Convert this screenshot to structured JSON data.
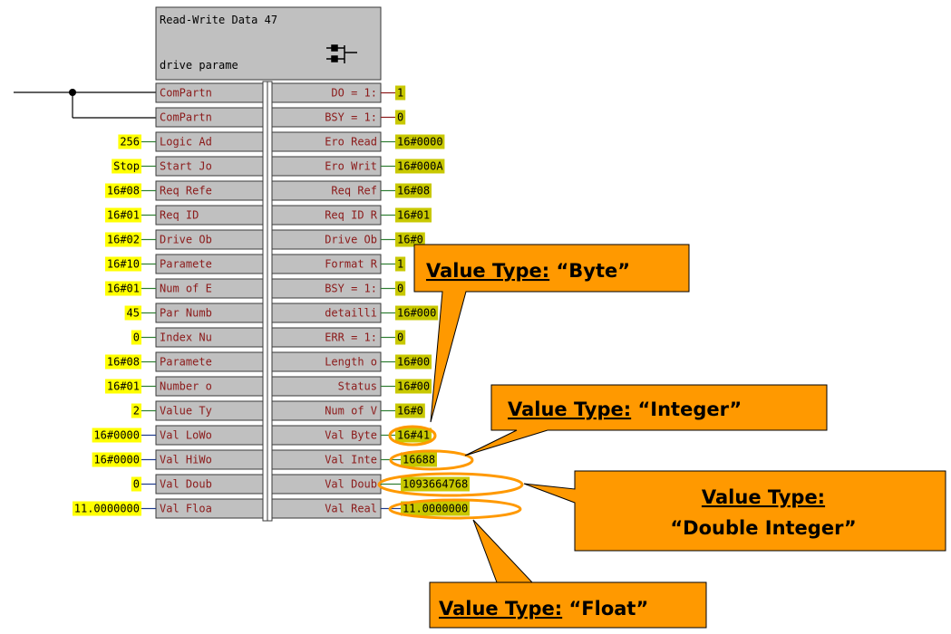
{
  "block": {
    "title": "Read-Write Data 47",
    "subtitle": "drive parame",
    "icon": "function-block-icon"
  },
  "inputs": [
    {
      "label": "ComPartn",
      "value": ""
    },
    {
      "label": "ComPartn",
      "value": ""
    },
    {
      "label": "Logic Ad",
      "value": "256"
    },
    {
      "label": "Start Jo",
      "value": "Stop"
    },
    {
      "label": "Req Refe",
      "value": "16#08"
    },
    {
      "label": "Req ID",
      "value": "16#01"
    },
    {
      "label": "Drive Ob",
      "value": "16#02"
    },
    {
      "label": "Paramete",
      "value": "16#10"
    },
    {
      "label": "Num of E",
      "value": "16#01"
    },
    {
      "label": "Par Numb",
      "value": "45"
    },
    {
      "label": "Index Nu",
      "value": "0"
    },
    {
      "label": "Paramete",
      "value": "16#08"
    },
    {
      "label": "Number o",
      "value": "16#01"
    },
    {
      "label": "Value Ty",
      "value": "2"
    },
    {
      "label": "Val LoWo",
      "value": "16#0000"
    },
    {
      "label": "Val HiWo",
      "value": "16#0000"
    },
    {
      "label": "Val Doub",
      "value": "0"
    },
    {
      "label": "Val Floa",
      "value": "11.0000000"
    }
  ],
  "outputs": [
    {
      "label": "DO = 1:",
      "value": "1"
    },
    {
      "label": "BSY = 1:",
      "value": "0"
    },
    {
      "label": "Ero Read",
      "value": "16#0000"
    },
    {
      "label": "Ero Writ",
      "value": "16#000A"
    },
    {
      "label": "Req Ref",
      "value": "16#08"
    },
    {
      "label": "Req ID R",
      "value": "16#01"
    },
    {
      "label": "Drive Ob",
      "value": "16#0"
    },
    {
      "label": "Format R",
      "value": "1"
    },
    {
      "label": "BSY = 1:",
      "value": "0"
    },
    {
      "label": "detailli",
      "value": "16#000"
    },
    {
      "label": "ERR = 1:",
      "value": "0"
    },
    {
      "label": "Length o",
      "value": "16#00"
    },
    {
      "label": "Status",
      "value": "16#00"
    },
    {
      "label": "Num of V",
      "value": "16#0"
    },
    {
      "label": "Val Byte",
      "value": "16#41"
    },
    {
      "label": "Val Inte",
      "value": "16688"
    },
    {
      "label": "Val Doub",
      "value": "1093664768"
    },
    {
      "label": "Val Real",
      "value": "11.0000000"
    }
  ],
  "callouts": [
    {
      "id": "byte",
      "prefix": "Value Type:",
      "value": " “Byte”"
    },
    {
      "id": "integer",
      "prefix": "Value Type:",
      "value": " “Integer”"
    },
    {
      "id": "dint",
      "line1": "Value Type:",
      "line2": "“Double Integer”"
    },
    {
      "id": "float",
      "prefix": "Value Type:",
      "value": " “Float”"
    }
  ],
  "colors": {
    "input_value_bg": "#ffff00",
    "output_value_bg": "#c8c800",
    "callout_bg": "#ff9900",
    "ellipse": "#ff9900",
    "pin_text": "#8b1a1a"
  }
}
